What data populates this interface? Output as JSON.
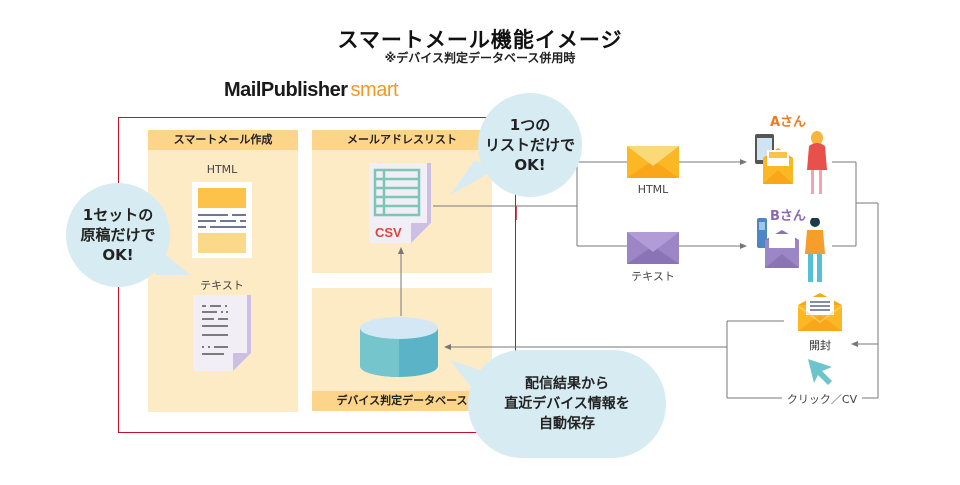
{
  "header": {
    "title": "スマートメール機能イメージ",
    "subtitle": "※デバイス判定データベース併用時"
  },
  "logo": {
    "main": "MailPublisher",
    "accent": "smart"
  },
  "panels": {
    "create": {
      "title": "スマートメール作成",
      "html_label": "HTML",
      "text_label": "テキスト"
    },
    "address_list": {
      "title": "メールアドレスリスト",
      "file_label": "CSV"
    },
    "device_db": {
      "title": "デバイス判定データベース"
    }
  },
  "bubbles": {
    "one_set": "1セットの\n原稿だけで\nOK!",
    "one_list": "1つの\nリストだけで\nOK!",
    "auto_save": "配信結果から\n直近デバイス情報を\n自動保存"
  },
  "delivery": {
    "html_mail_label": "HTML",
    "text_mail_label": "テキスト"
  },
  "recipients": {
    "a": {
      "name": "Aさん",
      "device": "smartphone"
    },
    "b": {
      "name": "Bさん",
      "device": "feature-phone"
    }
  },
  "feedback": {
    "open_label": "開封",
    "click_label": "クリック／CV"
  },
  "colors": {
    "frame": "#c8102e",
    "panel": "#fdebc6",
    "panel_head": "#fcd58a",
    "bubble": "#d6ebf2",
    "html_mail": "#fbb824",
    "text_mail": "#9d86c6",
    "accent_orange": "#f07a1a",
    "accent_purple": "#8a67b8",
    "db": "#5ab3c6"
  }
}
